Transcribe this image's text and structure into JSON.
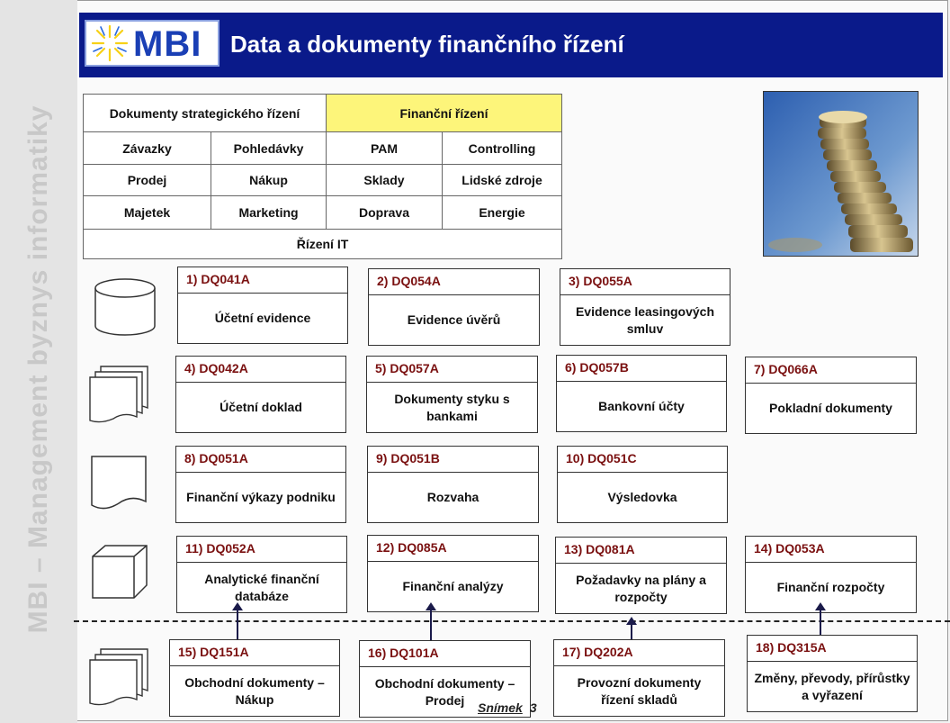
{
  "sidebar": {
    "text": "MBI – Management byznys informatiky"
  },
  "header": {
    "logo_text": "MBI",
    "title": "Data a dokumenty finančního řízení"
  },
  "categories": {
    "row1": [
      "Dokumenty strategického řízení",
      "Finanční řízení"
    ],
    "row2": [
      "Závazky",
      "Pohledávky",
      "PAM",
      "Controlling"
    ],
    "row3": [
      "Prodej",
      "Nákup",
      "Sklady",
      "Lidské zdroje"
    ],
    "row4": [
      "Majetek",
      "Marketing",
      "Doprava",
      "Energie"
    ],
    "row5": [
      "Řízení IT"
    ]
  },
  "cards": [
    {
      "code": "1) DQ041A",
      "title": "Účetní evidence"
    },
    {
      "code": "2) DQ054A",
      "title": "Evidence úvěrů"
    },
    {
      "code": "3) DQ055A",
      "title": "Evidence leasingových smluv"
    },
    {
      "code": "4) DQ042A",
      "title": "Účetní doklad"
    },
    {
      "code": "5) DQ057A",
      "title": "Dokumenty styku s bankami"
    },
    {
      "code": "6) DQ057B",
      "title": "Bankovní účty"
    },
    {
      "code": "7) DQ066A",
      "title": "Pokladní dokumenty"
    },
    {
      "code": "8) DQ051A",
      "title": "Finanční výkazy podniku"
    },
    {
      "code": "9) DQ051B",
      "title": "Rozvaha"
    },
    {
      "code": "10) DQ051C",
      "title": "Výsledovka"
    },
    {
      "code": "11) DQ052A",
      "title": "Analytické finanční databáze"
    },
    {
      "code": "12) DQ085A",
      "title": "Finanční analýzy"
    },
    {
      "code": "13) DQ081A",
      "title": "Požadavky na plány a rozpočty"
    },
    {
      "code": "14) DQ053A",
      "title": "Finanční rozpočty"
    },
    {
      "code": "15) DQ151A",
      "title": "Obchodní dokumenty – Nákup"
    },
    {
      "code": "16) DQ101A",
      "title": "Obchodní dokumenty – Prodej"
    },
    {
      "code": "17) DQ202A",
      "title": "Provozní dokumenty řízení skladů"
    },
    {
      "code": "18) DQ315A",
      "title": "Změny, převody, přírůstky a vyřazení"
    }
  ],
  "footer": {
    "label": "Snímek",
    "number": "3"
  },
  "colors": {
    "header_bg": "#0a1a8a",
    "highlight": "#fdf57a",
    "code_text": "#7a1010"
  }
}
